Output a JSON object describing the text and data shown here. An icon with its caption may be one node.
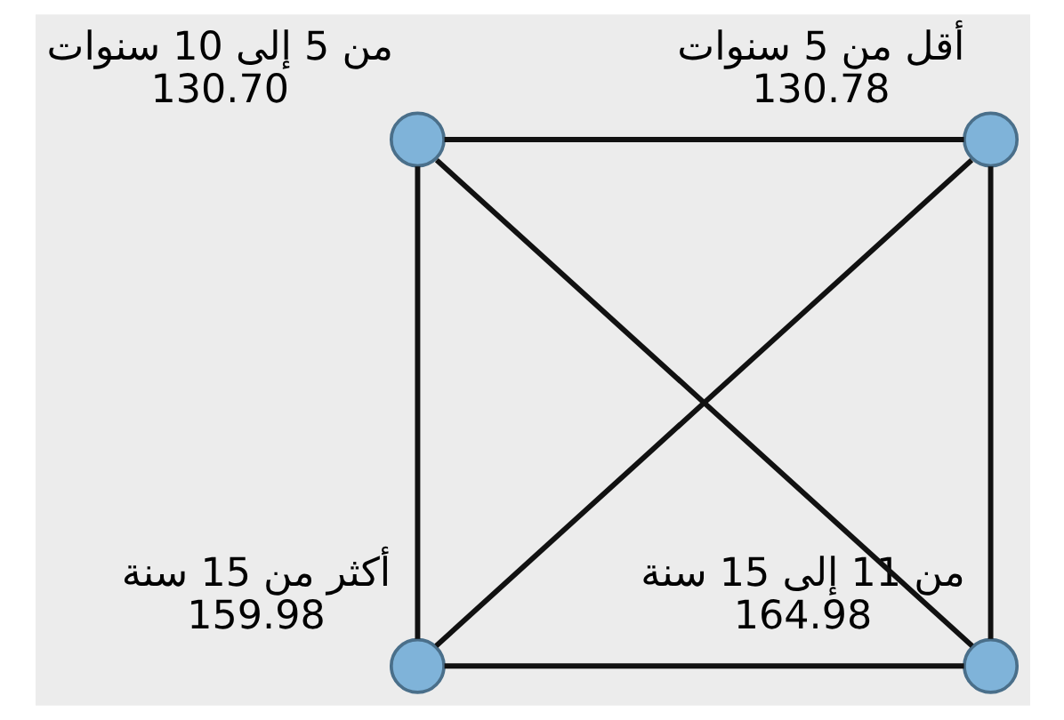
{
  "diagram": {
    "nodes": [
      {
        "text": [],
        "shape": "circle",
        "beside": [
          "من 5 إلى 10 سنوات",
          "130.70"
        ]
      },
      {
        "text": [],
        "shape": "circle",
        "beside": [
          "أقل من 5 سنوات",
          "130.78"
        ]
      },
      {
        "text": [],
        "shape": "circle",
        "beside": [
          "أكثر من 15 سنة",
          "159.98"
        ]
      },
      {
        "text": [],
        "shape": "circle",
        "beside": [
          "من 11 إلى 15 سنة",
          "164.98"
        ]
      }
    ],
    "edges": [
      {
        "from": 0,
        "to": 1,
        "arrow": "none"
      },
      {
        "from": 0,
        "to": 2,
        "arrow": "none"
      },
      {
        "from": 0,
        "to": 3,
        "arrow": "none"
      },
      {
        "from": 1,
        "to": 2,
        "arrow": "none"
      },
      {
        "from": 1,
        "to": 3,
        "arrow": "none"
      },
      {
        "from": 2,
        "to": 3,
        "arrow": "none"
      }
    ]
  }
}
